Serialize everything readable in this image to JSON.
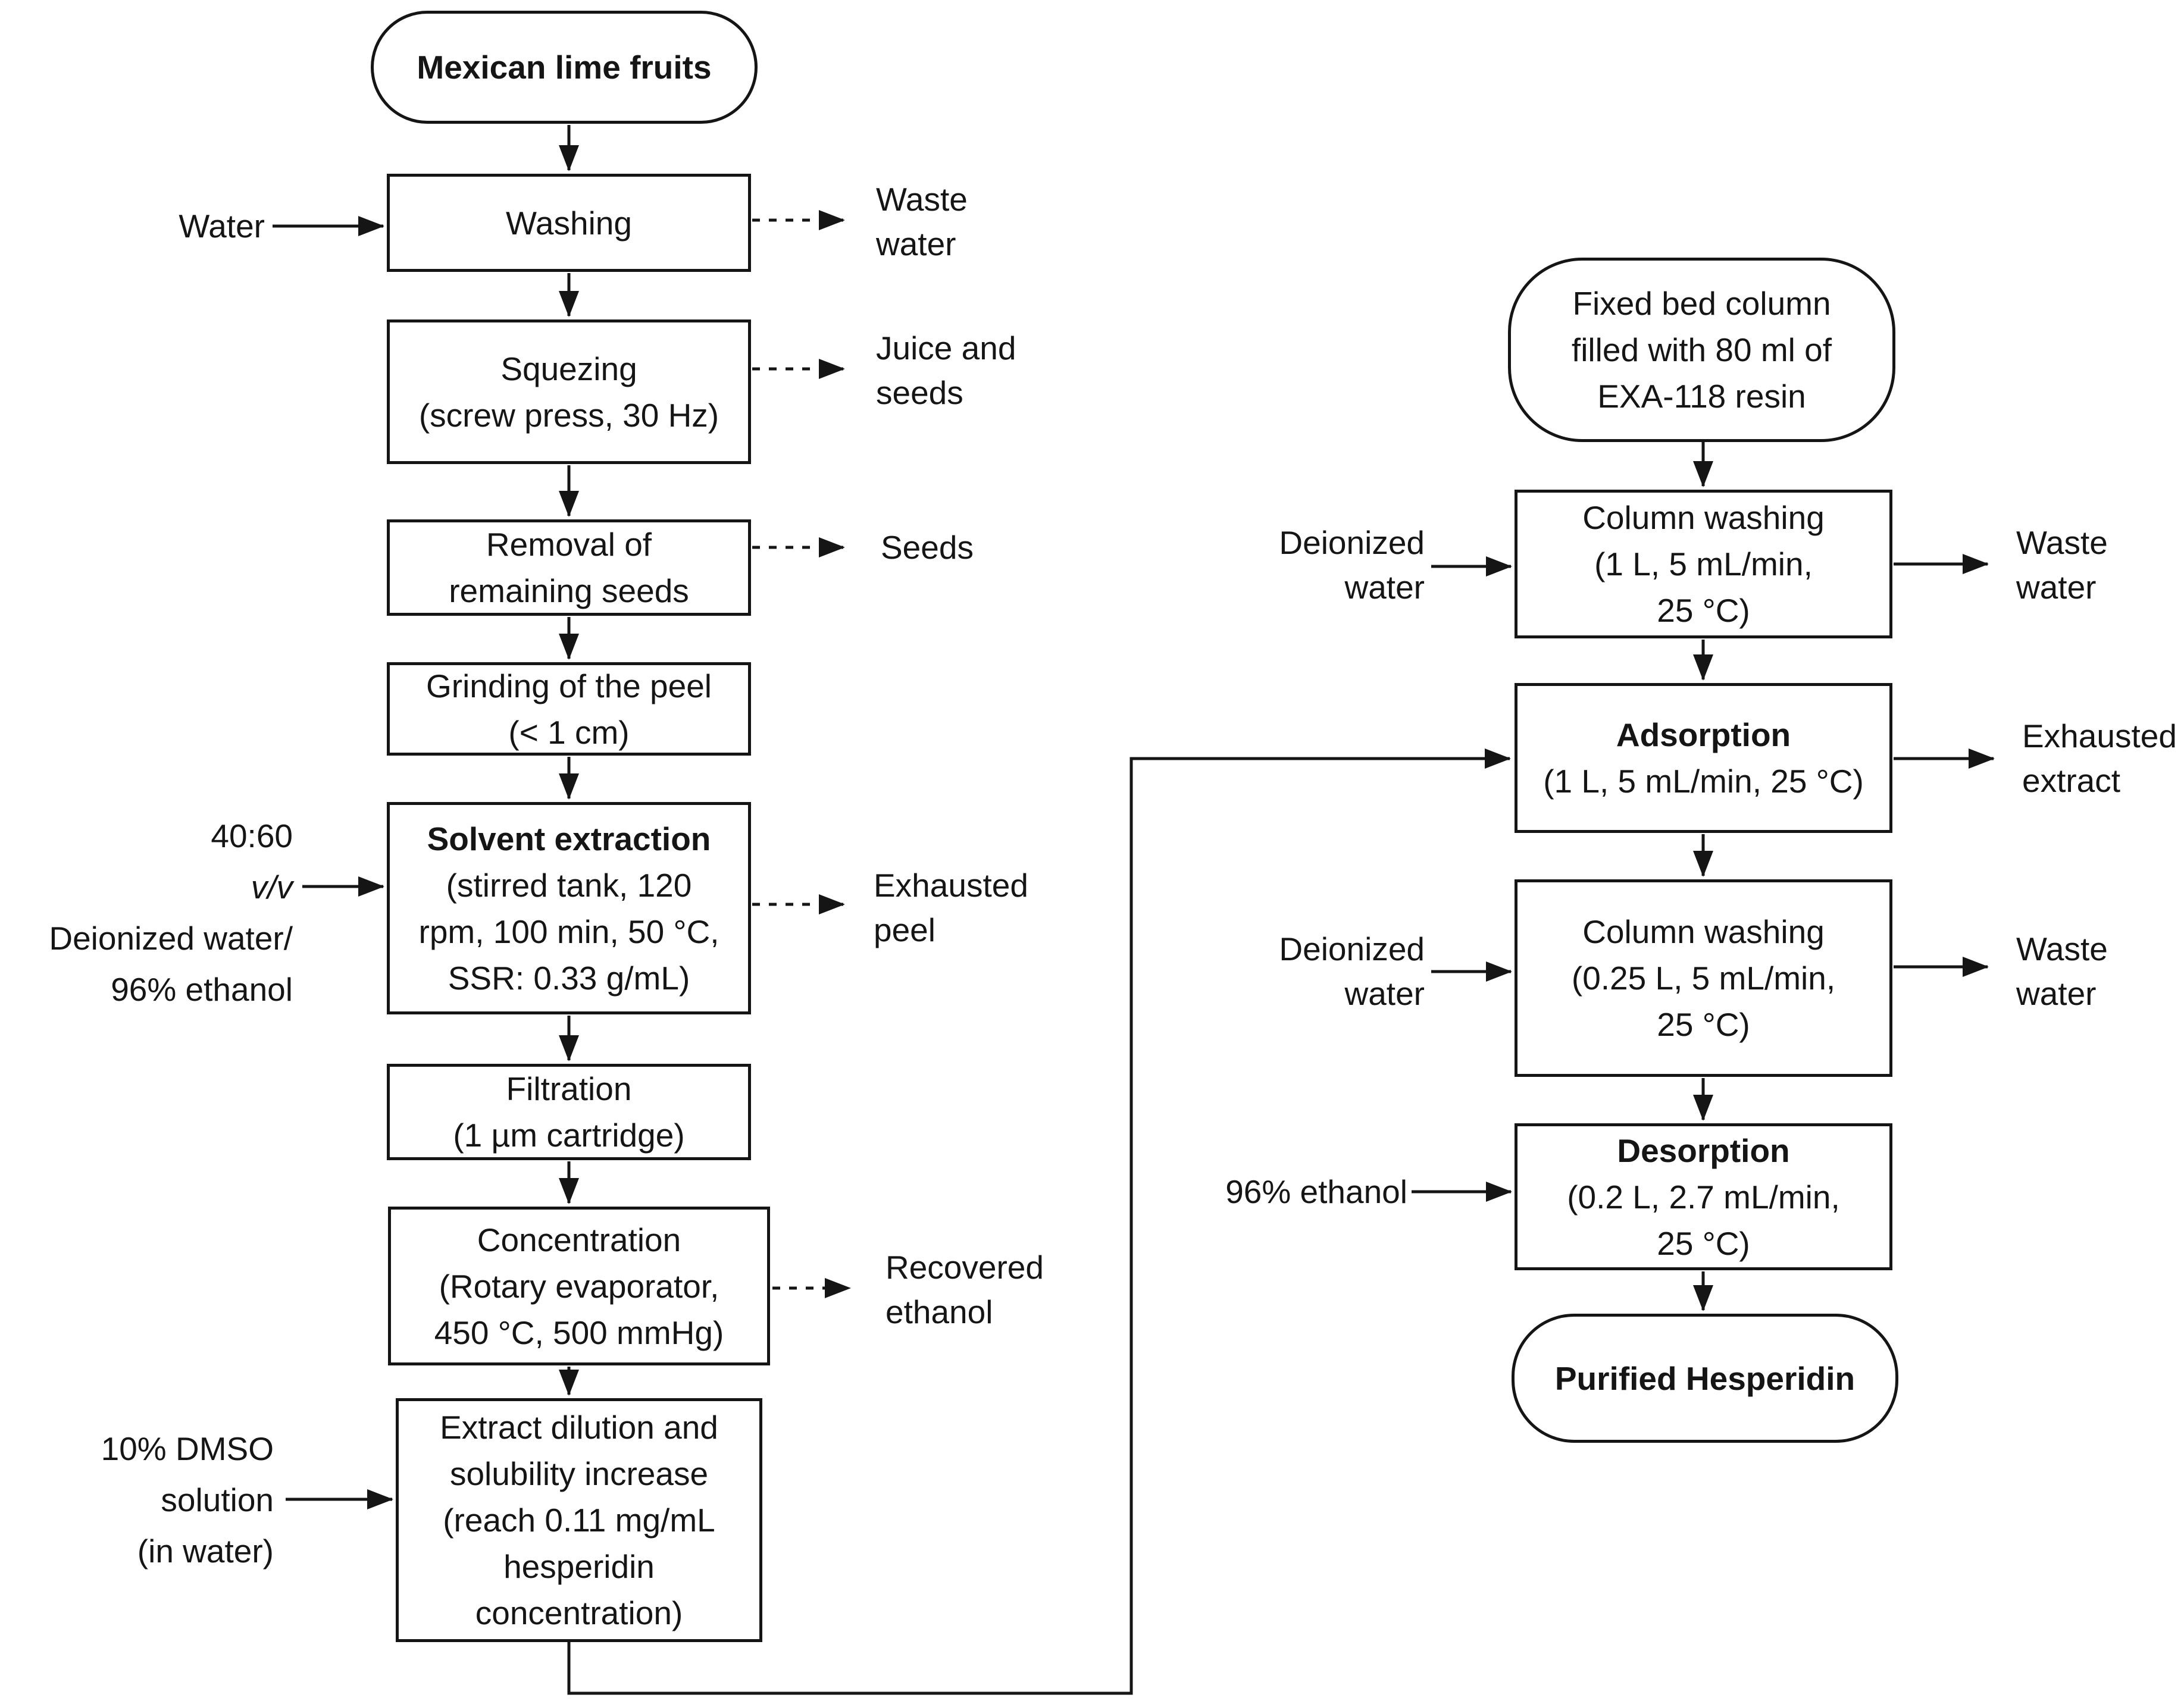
{
  "left": {
    "source": {
      "label": "Mexican lime fruits"
    },
    "washing": {
      "lines": [
        "Washing"
      ]
    },
    "water_input": {
      "lines": [
        "Water"
      ]
    },
    "waste_water_out": {
      "lines": [
        "Waste",
        "water"
      ]
    },
    "squeezing": {
      "lines": [
        "Squezing",
        "(screw press, 30 Hz)"
      ]
    },
    "juice_seeds_out": {
      "lines": [
        "Juice and",
        "seeds"
      ]
    },
    "removal": {
      "lines": [
        "Removal of",
        "remaining seeds"
      ]
    },
    "seeds_out": {
      "lines": [
        "Seeds"
      ]
    },
    "grinding": {
      "lines": [
        "Grinding of the peel",
        "(< 1 cm)"
      ]
    },
    "solvent_extraction": {
      "title": "Solvent extraction",
      "lines": [
        "(stirred tank, 120",
        "rpm, 100 min, 50 °C,",
        "SSR: 0.33 g/mL)"
      ]
    },
    "solvent_input": {
      "ratio": "40:60",
      "vv": "v/v",
      "lines": [
        "Deionized water/",
        "96% ethanol"
      ]
    },
    "exhausted_peel_out": {
      "lines": [
        "Exhausted",
        "peel"
      ]
    },
    "filtration": {
      "lines": [
        "Filtration",
        "(1 µm cartridge)"
      ]
    },
    "concentration": {
      "lines": [
        "Concentration",
        "(Rotary evaporator,",
        "450 °C, 500 mmHg)"
      ]
    },
    "recovered_ethanol_out": {
      "lines": [
        "Recovered",
        "ethanol"
      ]
    },
    "dilution": {
      "lines": [
        "Extract dilution and",
        "solubility increase",
        "(reach 0.11 mg/mL",
        "hesperidin",
        "concentration)"
      ]
    },
    "dmso_input": {
      "lines": [
        "10% DMSO",
        "solution",
        "(in water)"
      ]
    }
  },
  "right": {
    "resin_column": {
      "lines": [
        "Fixed bed column",
        "filled with 80 ml of",
        "EXA-118 resin"
      ]
    },
    "column_washing_1": {
      "lines": [
        "Column washing",
        "(1 L, 5 mL/min,",
        "25 °C)"
      ]
    },
    "deionized_water_1": {
      "lines": [
        "Deionized",
        "water"
      ]
    },
    "waste_water_1": {
      "lines": [
        "Waste",
        "water"
      ]
    },
    "adsorption": {
      "title": "Adsorption",
      "lines": [
        "(1 L, 5 mL/min, 25 °C)"
      ]
    },
    "exhausted_extract_out": {
      "lines": [
        "Exhausted",
        "extract"
      ]
    },
    "column_washing_2": {
      "lines": [
        "Column washing",
        "(0.25 L, 5 mL/min,",
        "25 °C)"
      ]
    },
    "deionized_water_2": {
      "lines": [
        "Deionized",
        "water"
      ]
    },
    "waste_water_2": {
      "lines": [
        "Waste",
        "water"
      ]
    },
    "desorption": {
      "title": "Desorption",
      "lines": [
        "(0.2 L, 2.7 mL/min,",
        "25 °C)"
      ]
    },
    "ethanol_input": {
      "lines": [
        "96% ethanol"
      ]
    },
    "product": {
      "label": "Purified Hesperidin"
    }
  },
  "colors": {
    "line": "#151515",
    "background": "#ffffff"
  }
}
